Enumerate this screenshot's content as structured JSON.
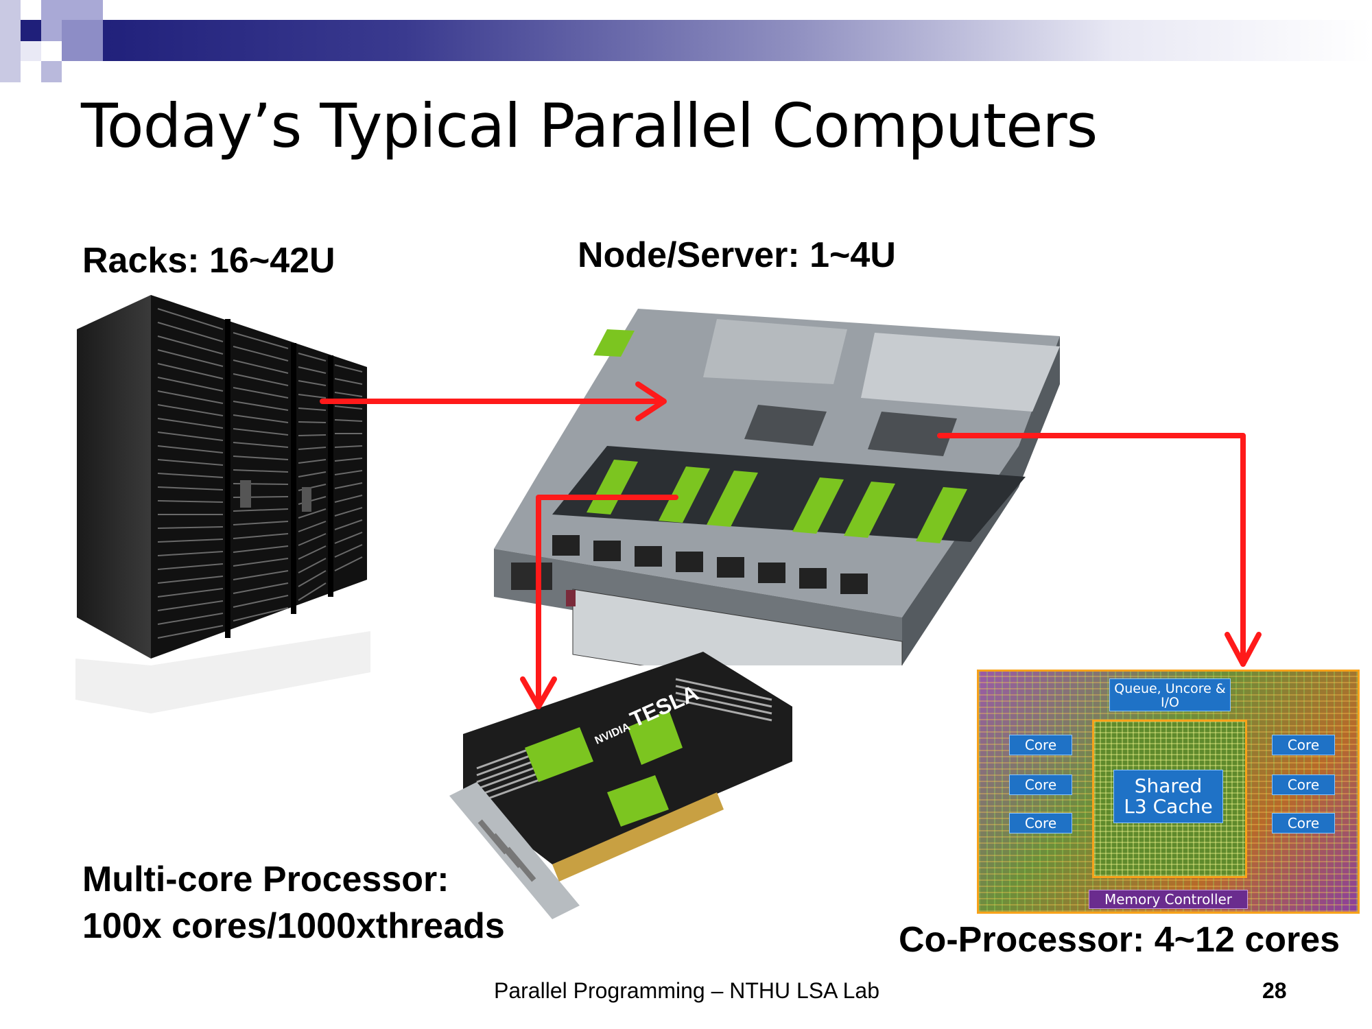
{
  "slide": {
    "title": "Today’s Typical Parallel Computers",
    "labels": {
      "racks": "Racks: 16~42U",
      "node": "Node/Server: 1~4U",
      "multicore_line1": "Multi-core Processor:",
      "multicore_line2": "100x cores/1000xthreads",
      "coprocessor": "Co-Processor: 4~12 cores"
    },
    "gpu_card": {
      "brand": "NVIDIA",
      "model": "TESLA"
    },
    "cpu_die": {
      "queue": "Queue, Uncore & I/O",
      "shared_line1": "Shared",
      "shared_line2": "L3 Cache",
      "core": "Core",
      "memory": "Memory Controller"
    },
    "footer": {
      "center": "Parallel Programming – NTHU LSA Lab",
      "page_number": "28"
    }
  },
  "colors": {
    "arrow": "#ff1a1a",
    "header_dark": "#1f1f7a",
    "gpu_green": "#7cc520",
    "die_orange": "#f7a21a",
    "die_blue": "#1f72c6"
  }
}
